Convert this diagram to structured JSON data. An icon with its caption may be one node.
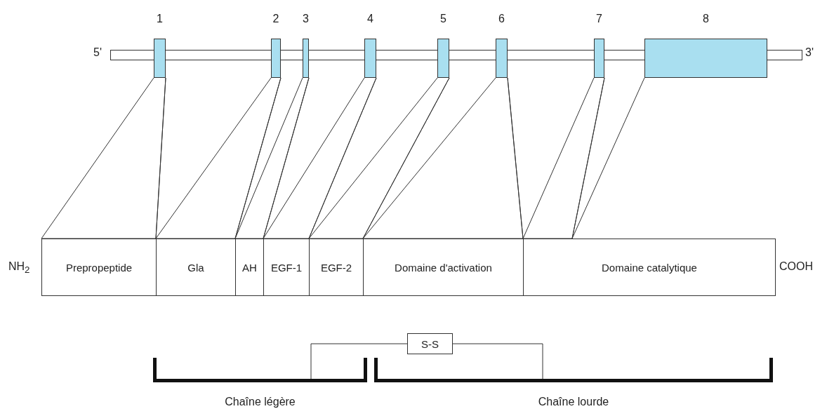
{
  "diagram": {
    "nodes": [
      {
        "text": [],
        "shape": "bar",
        "beside": [
          "5'",
          "3'"
        ]
      },
      {
        "text": [],
        "shape": "box",
        "beside": [
          "1"
        ]
      },
      {
        "text": [],
        "shape": "box",
        "beside": [
          "2"
        ]
      },
      {
        "text": [],
        "shape": "box",
        "beside": [
          "3"
        ]
      },
      {
        "text": [],
        "shape": "box",
        "beside": [
          "4"
        ]
      },
      {
        "text": [],
        "shape": "box",
        "beside": [
          "5"
        ]
      },
      {
        "text": [],
        "shape": "box",
        "beside": [
          "6"
        ]
      },
      {
        "text": [],
        "shape": "box",
        "beside": [
          "7"
        ]
      },
      {
        "text": [],
        "shape": "box",
        "beside": [
          "8"
        ]
      },
      {
        "text": [
          "Prepropeptide"
        ]
      },
      {
        "text": [
          "Gla"
        ]
      },
      {
        "text": [
          "AH"
        ]
      },
      {
        "text": [
          "EGF-1"
        ]
      },
      {
        "text": [
          "EGF-2"
        ]
      },
      {
        "text": [
          "Domaine d'activation"
        ]
      },
      {
        "text": [
          "Domaine catalytique"
        ]
      },
      {
        "text": [
          "S-S"
        ]
      },
      {
        "text": [
          "Chaîne légère"
        ]
      },
      {
        "text": [
          "Chaîne lourde"
        ]
      }
    ],
    "edges": [
      {
        "from": 1,
        "to": 9,
        "arrow": "none"
      },
      {
        "from": 2,
        "to": 10,
        "arrow": "none"
      },
      {
        "from": 3,
        "to": 11,
        "arrow": "none"
      },
      {
        "from": 4,
        "to": 12,
        "arrow": "none"
      },
      {
        "from": 5,
        "to": 13,
        "arrow": "none"
      },
      {
        "from": 6,
        "to": 14,
        "arrow": "none"
      },
      {
        "from": 7,
        "to": 15,
        "arrow": "none"
      },
      {
        "from": 8,
        "to": 15,
        "arrow": "none"
      },
      {
        "from": 17,
        "to": 16,
        "arrow": "none"
      },
      {
        "from": 16,
        "to": 18,
        "arrow": "none"
      }
    ],
    "labels": [
      "NH$_{2}$",
      "COOH"
    ]
  }
}
